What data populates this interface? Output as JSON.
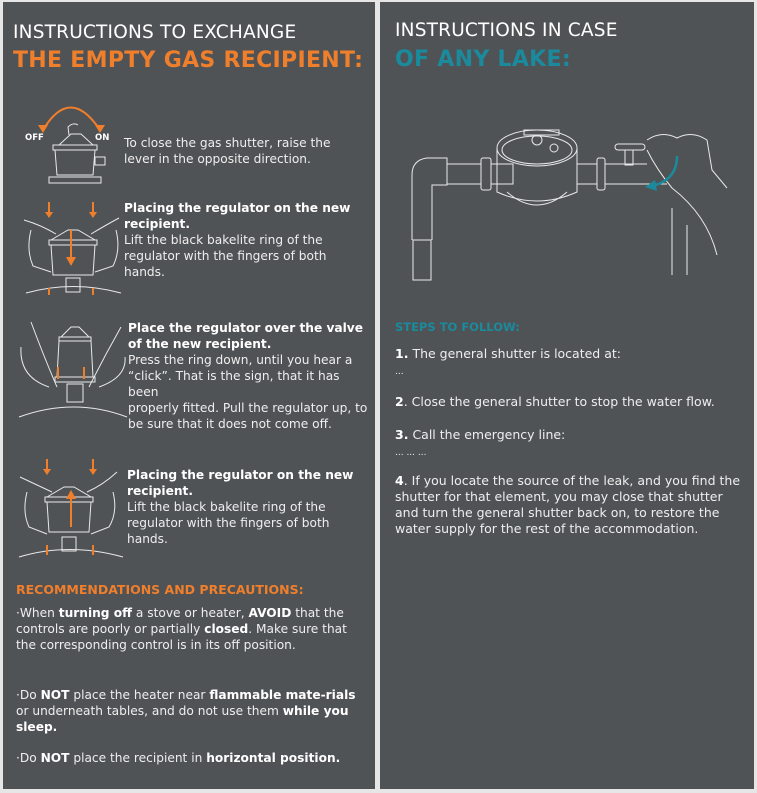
{
  "colors": {
    "orange": "#f07f2c",
    "teal": "#1a8a9c",
    "panel": "#505356",
    "background": "#e6e6e6"
  },
  "gas": {
    "title_line1": "INSTRUCTIONS TO EXCHANGE",
    "title_line2": "THE EMPTY GAS RECIPIENT:",
    "steps": [
      {
        "off_label": "OFF",
        "on_label": "ON",
        "body": "To close the gas shutter, raise the lever in the opposite direction."
      },
      {
        "heading": "Placing the regulator on the new recipient.",
        "body": "Lift the black bakelite ring of the regulator with the fingers of both hands."
      },
      {
        "heading": "Place the regulator over the valve of the new recipient.",
        "body_a": "Press the ring down, until you hear a “click”. That is the sign, that it has been",
        "body_b": "properly fitted. Pull the regulator up, to be sure that it does not come off."
      },
      {
        "heading": "Placing the regulator on the new recipient.",
        "body": "Lift the black bakelite ring of the regulator with the fingers of both hands."
      }
    ],
    "recommendations": {
      "title": "RECOMMENDATIONS AND PRECAUTIONS:",
      "r1": {
        "p1": "·When ",
        "b1": "turning off",
        "p2": " a stove or heater, ",
        "b2": "AVOID",
        "p3": " that the controls are poorly or partially ",
        "b3": "closed",
        "p4": ". Make sure that the corresponding control is in its off position."
      },
      "r2": {
        "p1": "·Do ",
        "b1": "NOT",
        "p2": " place the heater near ",
        "b2": "flammable mate-rials",
        "p3": " or underneath tables, and do not use them ",
        "b3": "while you sleep."
      },
      "r3": {
        "p1": "·Do ",
        "b1": "NOT",
        "p2": " place the recipient in ",
        "b2": "horizontal position."
      }
    }
  },
  "water": {
    "title_line1": "INSTRUCTIONS IN CASE",
    "title_line2": "OF ANY LAKE:",
    "steps_title": "STEPS TO FOLLOW:",
    "steps": [
      {
        "num": "1.",
        "text": "The general shutter is located at:",
        "extra": "..."
      },
      {
        "num": "2",
        "text": ". Close the general shutter to stop the water flow."
      },
      {
        "num": "3.",
        "text": "Call the emergency line:",
        "extra": "... ... ..."
      },
      {
        "num": "4",
        "text": ". If you locate the source of the leak, and you find the shutter for that element, you may close that shutter and turn the general shutter back on, to restore the water supply for the rest of the accommodation."
      }
    ]
  }
}
